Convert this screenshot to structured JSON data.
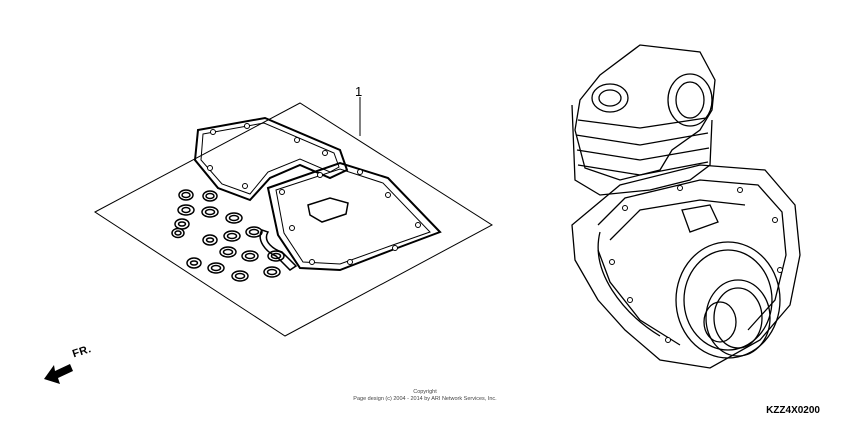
{
  "diagram": {
    "callout_number": "1",
    "direction_label": "FR.",
    "copyright_line1": "Copyright",
    "copyright_line2": "Page design (c) 2004 - 2014 by ARI Network Services, Inc.",
    "diagram_code": "KZZ4X0200"
  }
}
